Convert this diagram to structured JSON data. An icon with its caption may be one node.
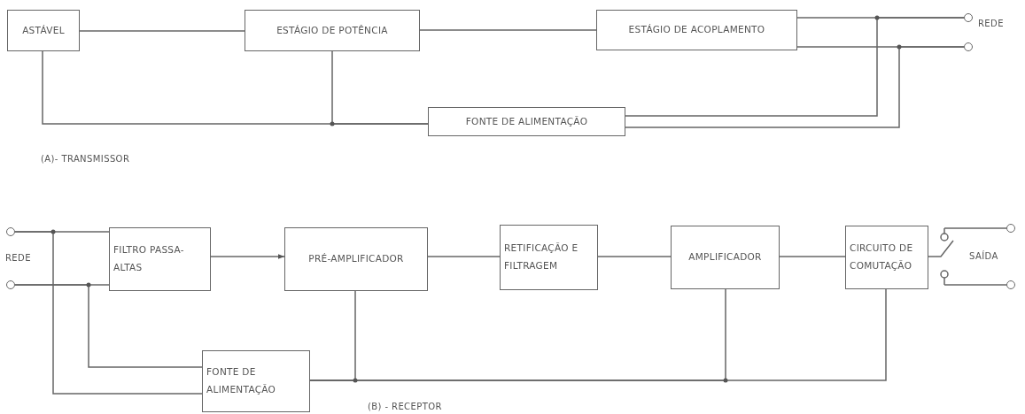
{
  "diagram": {
    "nodes": [
      {
        "text": [
          "ASTÁVEL"
        ]
      },
      {
        "text": [
          "ESTÁGIO DE POTÊNCIA"
        ]
      },
      {
        "text": [
          "ESTÁGIO DE ACOPLAMENTO"
        ]
      },
      {
        "text": [
          "FONTE DE ALIMENTAÇÃO"
        ]
      },
      {
        "text": [],
        "shape": "circle"
      },
      {
        "text": [],
        "shape": "circle"
      },
      {
        "text": [],
        "shape": "circle"
      },
      {
        "text": [],
        "shape": "circle"
      },
      {
        "text": [
          "FILTRO PASSA-ALTAS"
        ]
      },
      {
        "text": [
          "PRÉ-AMPLIFICADOR"
        ]
      },
      {
        "text": [
          "RETIFICAÇÃO E FILTRAGEM"
        ]
      },
      {
        "text": [
          "AMPLIFICADOR"
        ]
      },
      {
        "text": [
          "CIRCUITO DE COMUTAÇÃO"
        ]
      },
      {
        "text": [],
        "shape": "switch"
      },
      {
        "text": [],
        "shape": "circle"
      },
      {
        "text": [],
        "shape": "circle"
      },
      {
        "text": [
          "FONTE DE ALIMENTAÇÃO"
        ]
      }
    ],
    "edges": [
      {
        "from": 0,
        "to": 1,
        "arrow": "none"
      },
      {
        "from": 1,
        "to": 2,
        "arrow": "none"
      },
      {
        "from": 2,
        "to": 4,
        "arrow": "none"
      },
      {
        "from": 2,
        "to": 5,
        "arrow": "none"
      },
      {
        "from": 3,
        "to": 4,
        "arrow": "none"
      },
      {
        "from": 3,
        "to": 5,
        "arrow": "none"
      },
      {
        "from": 3,
        "to": 0,
        "arrow": "none"
      },
      {
        "from": 3,
        "to": 1,
        "arrow": "none"
      },
      {
        "from": 6,
        "to": 8,
        "arrow": "none"
      },
      {
        "from": 7,
        "to": 8,
        "arrow": "none"
      },
      {
        "from": 8,
        "to": 9,
        "arrow": "to"
      },
      {
        "from": 9,
        "to": 10,
        "arrow": "none"
      },
      {
        "from": 10,
        "to": 11,
        "arrow": "none"
      },
      {
        "from": 11,
        "to": 12,
        "arrow": "none"
      },
      {
        "from": 6,
        "to": 16,
        "arrow": "none"
      },
      {
        "from": 7,
        "to": 16,
        "arrow": "none"
      },
      {
        "from": 16,
        "to": 9,
        "arrow": "none"
      },
      {
        "from": 16,
        "to": 11,
        "arrow": "none"
      },
      {
        "from": 16,
        "to": 12,
        "arrow": "none"
      },
      {
        "from": 12,
        "to": 13,
        "arrow": "none"
      },
      {
        "from": 13,
        "to": 14,
        "arrow": "none"
      },
      {
        "from": 13,
        "to": 15,
        "arrow": "none"
      }
    ],
    "labels": [
      "REDE",
      "(A)- TRANSMISSOR",
      "REDE",
      "SAÍDA",
      "(B) - RECEPTOR"
    ]
  }
}
